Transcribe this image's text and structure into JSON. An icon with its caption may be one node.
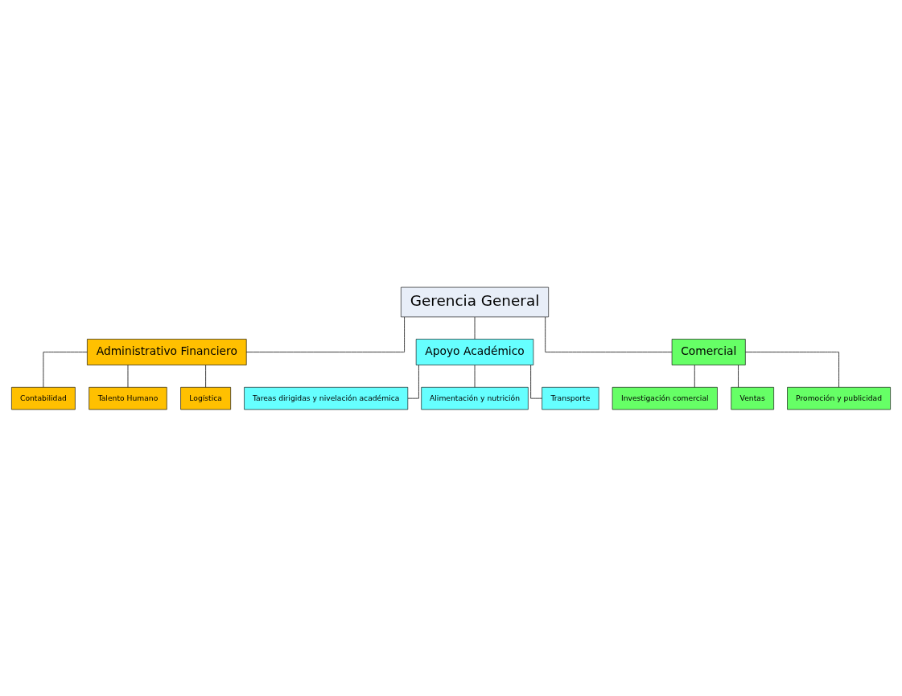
{
  "diagram": {
    "nodes": [
      {
        "text": [
          "Gerencia General"
        ]
      },
      {
        "text": [
          "Administrativo Financiero"
        ]
      },
      {
        "text": [
          "Apoyo Académico"
        ]
      },
      {
        "text": [
          "Comercial"
        ]
      },
      {
        "text": [
          "Contabilidad"
        ]
      },
      {
        "text": [
          "Talento Humano"
        ]
      },
      {
        "text": [
          "Logística"
        ]
      },
      {
        "text": [
          "Tareas dirigidas y nivelación académica"
        ]
      },
      {
        "text": [
          "Alimentación y nutrición"
        ]
      },
      {
        "text": [
          "Transporte"
        ]
      },
      {
        "text": [
          "Investigación comercial"
        ]
      },
      {
        "text": [
          "Ventas"
        ]
      },
      {
        "text": [
          "Promoción y publicidad"
        ]
      }
    ],
    "edges": [
      {
        "from": 0,
        "to": 1,
        "arrow": "none"
      },
      {
        "from": 0,
        "to": 2,
        "arrow": "none"
      },
      {
        "from": 0,
        "to": 3,
        "arrow": "none"
      },
      {
        "from": 1,
        "to": 4,
        "arrow": "none"
      },
      {
        "from": 1,
        "to": 5,
        "arrow": "none"
      },
      {
        "from": 1,
        "to": 6,
        "arrow": "none"
      },
      {
        "from": 2,
        "to": 7,
        "arrow": "none"
      },
      {
        "from": 2,
        "to": 8,
        "arrow": "none"
      },
      {
        "from": 2,
        "to": 9,
        "arrow": "none"
      },
      {
        "from": 3,
        "to": 10,
        "arrow": "none"
      },
      {
        "from": 3,
        "to": 11,
        "arrow": "none"
      },
      {
        "from": 3,
        "to": 12,
        "arrow": "none"
      }
    ]
  }
}
